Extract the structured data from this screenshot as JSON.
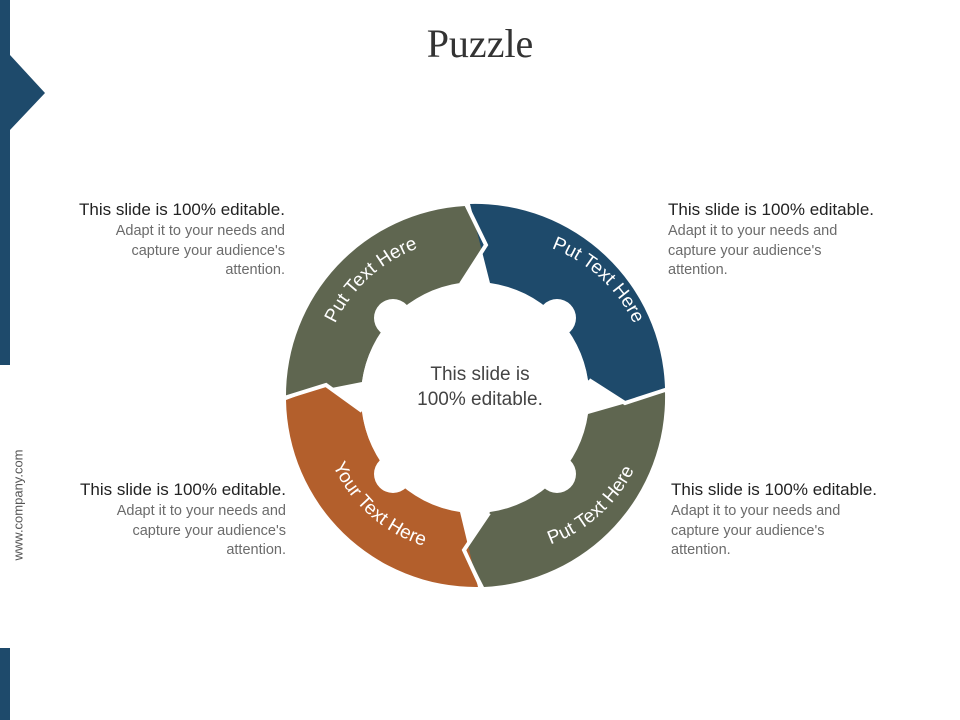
{
  "title": "Puzzle",
  "website": "www.company.com",
  "center_text": {
    "line1": "This slide is",
    "line2": "100% editable."
  },
  "segments": [
    {
      "label": "Put Text Here",
      "color": "#5f6650"
    },
    {
      "label": "Put Text Here",
      "color": "#1e4a6b"
    },
    {
      "label": "Put Text Here",
      "color": "#5f6650"
    },
    {
      "label": "Your Text Here",
      "color": "#b35f2c"
    }
  ],
  "callouts": [
    {
      "heading": "This slide is 100% editable.",
      "body": [
        "Adapt it to your needs and",
        "capture your audience's",
        "attention."
      ]
    },
    {
      "heading": "This slide is 100% editable.",
      "body": [
        "Adapt it to your needs and",
        "capture your audience's",
        "attention."
      ]
    },
    {
      "heading": "This slide is 100% editable.",
      "body": [
        "Adapt it to your needs and",
        "capture your audience's",
        "attention."
      ]
    },
    {
      "heading": "This slide is 100% editable.",
      "body": [
        "Adapt it to your needs and",
        "capture your audience's",
        "attention."
      ]
    }
  ],
  "colors": {
    "accent_blue": "#1e4a6b",
    "olive": "#5f6650",
    "orange": "#b35f2c"
  }
}
